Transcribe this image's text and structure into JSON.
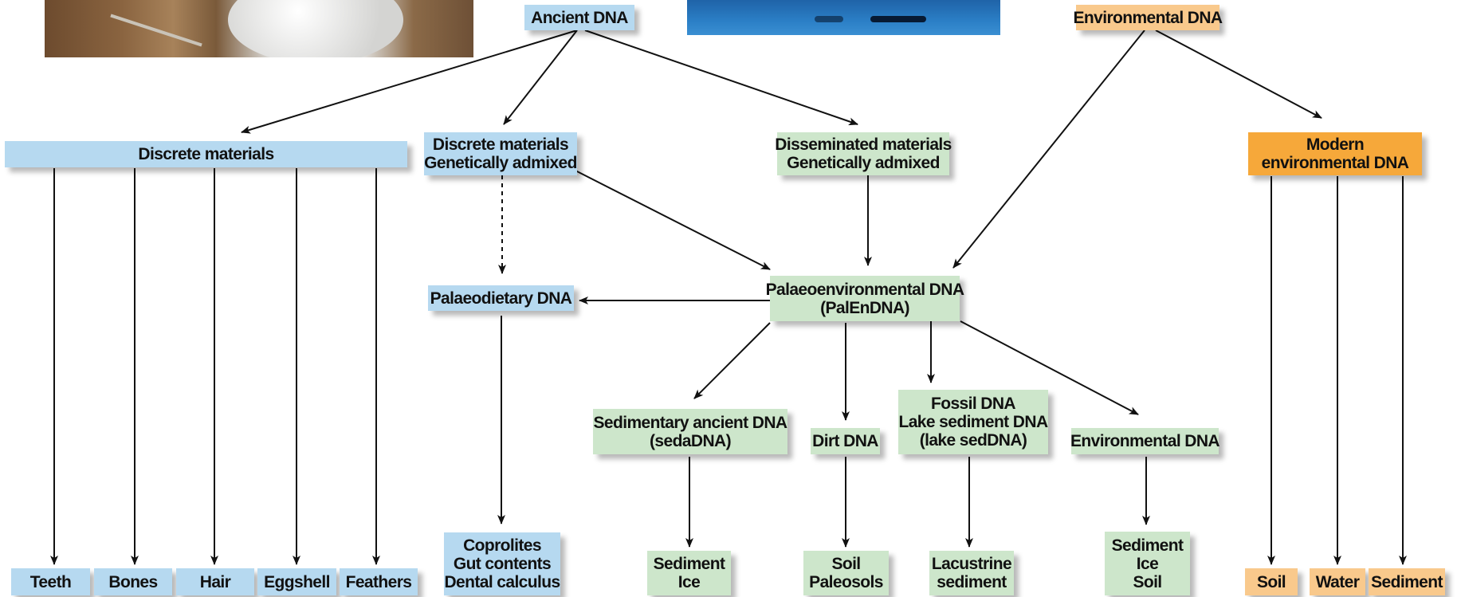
{
  "nodes": {
    "ancient_dna": {
      "lines": [
        "Ancient DNA"
      ]
    },
    "environmental_dna_top": {
      "lines": [
        "Environmental DNA"
      ]
    },
    "discrete_materials": {
      "lines": [
        "Discrete materials"
      ]
    },
    "discrete_admixed": {
      "lines": [
        "Discrete materials",
        "Genetically admixed"
      ]
    },
    "disseminated_admixed": {
      "lines": [
        "Disseminated materials",
        "Genetically admixed"
      ]
    },
    "modern_env_dna": {
      "lines": [
        "Modern",
        "environmental DNA"
      ]
    },
    "palaeodietary_dna": {
      "lines": [
        "Palaeodietary DNA"
      ]
    },
    "palenDNA": {
      "lines": [
        "Palaeoenvironmental DNA",
        "(PalEnDNA)"
      ]
    },
    "sedaDNA": {
      "lines": [
        "Sedimentary ancient DNA",
        "(sedaDNA)"
      ]
    },
    "dirt_dna": {
      "lines": [
        "Dirt DNA"
      ]
    },
    "fossil_dna": {
      "lines": [
        "Fossil DNA",
        "Lake sediment DNA",
        "(lake sedDNA)"
      ]
    },
    "environmental_dna_mid": {
      "lines": [
        "Environmental DNA"
      ]
    },
    "teeth": {
      "lines": [
        "Teeth"
      ]
    },
    "bones": {
      "lines": [
        "Bones"
      ]
    },
    "hair": {
      "lines": [
        "Hair"
      ]
    },
    "eggshell": {
      "lines": [
        "Eggshell"
      ]
    },
    "feathers": {
      "lines": [
        "Feathers"
      ]
    },
    "coprolites": {
      "lines": [
        "Coprolites",
        "Gut contents",
        "Dental calculus"
      ]
    },
    "sediment_ice": {
      "lines": [
        "Sediment",
        "Ice"
      ]
    },
    "soil_paleosols": {
      "lines": [
        "Soil",
        "Paleosols"
      ]
    },
    "lacustrine": {
      "lines": [
        "Lacustrine",
        "sediment"
      ]
    },
    "sediment_ice_soil": {
      "lines": [
        "Sediment",
        "Ice",
        "Soil"
      ]
    },
    "soil": {
      "lines": [
        "Soil"
      ]
    },
    "water": {
      "lines": [
        "Water"
      ]
    },
    "sediment": {
      "lines": [
        "Sediment"
      ]
    }
  },
  "colors": {
    "ancient_blue": "#b6d9f0",
    "palaeo_green": "#cde6cb",
    "env_peach": "#f9c98c",
    "modern_orange": "#f6a83a",
    "arrow": "#111111"
  }
}
